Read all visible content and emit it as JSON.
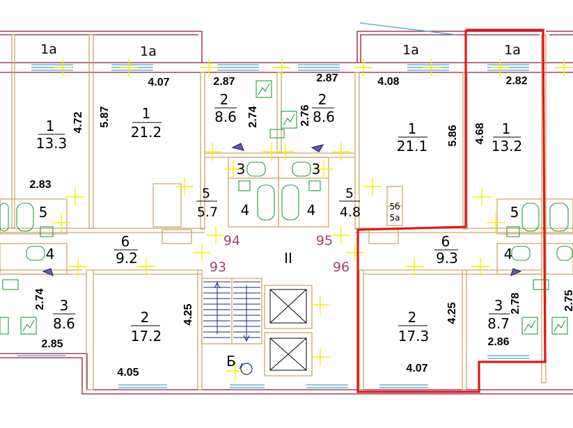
{
  "colors": {
    "wall": "#8b1a3a",
    "partition": "#c9a86a",
    "window": "#4aa3c8",
    "highlight": "#e01818",
    "cross": "#f4f000",
    "fixture": "#1e9c3a",
    "apartment_number": "#a0406f"
  },
  "rooms": [
    {
      "id": "r1a-1",
      "code": "1a"
    },
    {
      "id": "r1a-2",
      "code": "1a"
    },
    {
      "id": "r1a-3",
      "code": "1a"
    },
    {
      "id": "r1a-4",
      "code": "1a"
    },
    {
      "id": "r1-1",
      "code": "1",
      "area": "13.3"
    },
    {
      "id": "r1-2",
      "code": "1",
      "area": "21.2"
    },
    {
      "id": "r2-1",
      "code": "2",
      "area": "8.6"
    },
    {
      "id": "r2-2",
      "code": "2",
      "area": "8.6"
    },
    {
      "id": "r1-3",
      "code": "1",
      "area": "21.1"
    },
    {
      "id": "r1-4",
      "code": "1",
      "area": "13.2"
    },
    {
      "id": "r3-1",
      "code": "3"
    },
    {
      "id": "r3-2",
      "code": "3"
    },
    {
      "id": "r5-1",
      "code": "5",
      "area": "5.7"
    },
    {
      "id": "r5-2",
      "code": "5",
      "area": "4.8"
    },
    {
      "id": "r4-1",
      "code": "4"
    },
    {
      "id": "r4-2",
      "code": "4"
    },
    {
      "id": "r5-left",
      "code": "5"
    },
    {
      "id": "r5-right",
      "code": "5"
    },
    {
      "id": "r4-left",
      "code": "4"
    },
    {
      "id": "r4-right",
      "code": "4"
    },
    {
      "id": "r6-1",
      "code": "6",
      "area": "9.2"
    },
    {
      "id": "r6-2",
      "code": "6",
      "area": "9.3"
    },
    {
      "id": "r3-3",
      "code": "3",
      "area": "8.6"
    },
    {
      "id": "r2-3",
      "code": "2",
      "area": "17.2"
    },
    {
      "id": "r2-4",
      "code": "2",
      "area": "17.3"
    },
    {
      "id": "r3-4",
      "code": "3",
      "area": "8.7"
    },
    {
      "id": "r-lift",
      "code": "Б"
    },
    {
      "id": "r-core",
      "code": "II"
    }
  ],
  "shaft_labels": {
    "top": "5б",
    "bottom": "5а"
  },
  "apartment_numbers": [
    "94",
    "95",
    "93",
    "96"
  ],
  "dimensions": [
    "4.07",
    "2.87",
    "2.87",
    "4.08",
    "2.82",
    "4.72",
    "5.87",
    "2.74",
    "2.76",
    "5.86",
    "4.68",
    "2.83",
    "2.74",
    "2.85",
    "4.25",
    "4.05",
    "4.25",
    "2.78",
    "4.07",
    "2.86",
    "2.75"
  ]
}
